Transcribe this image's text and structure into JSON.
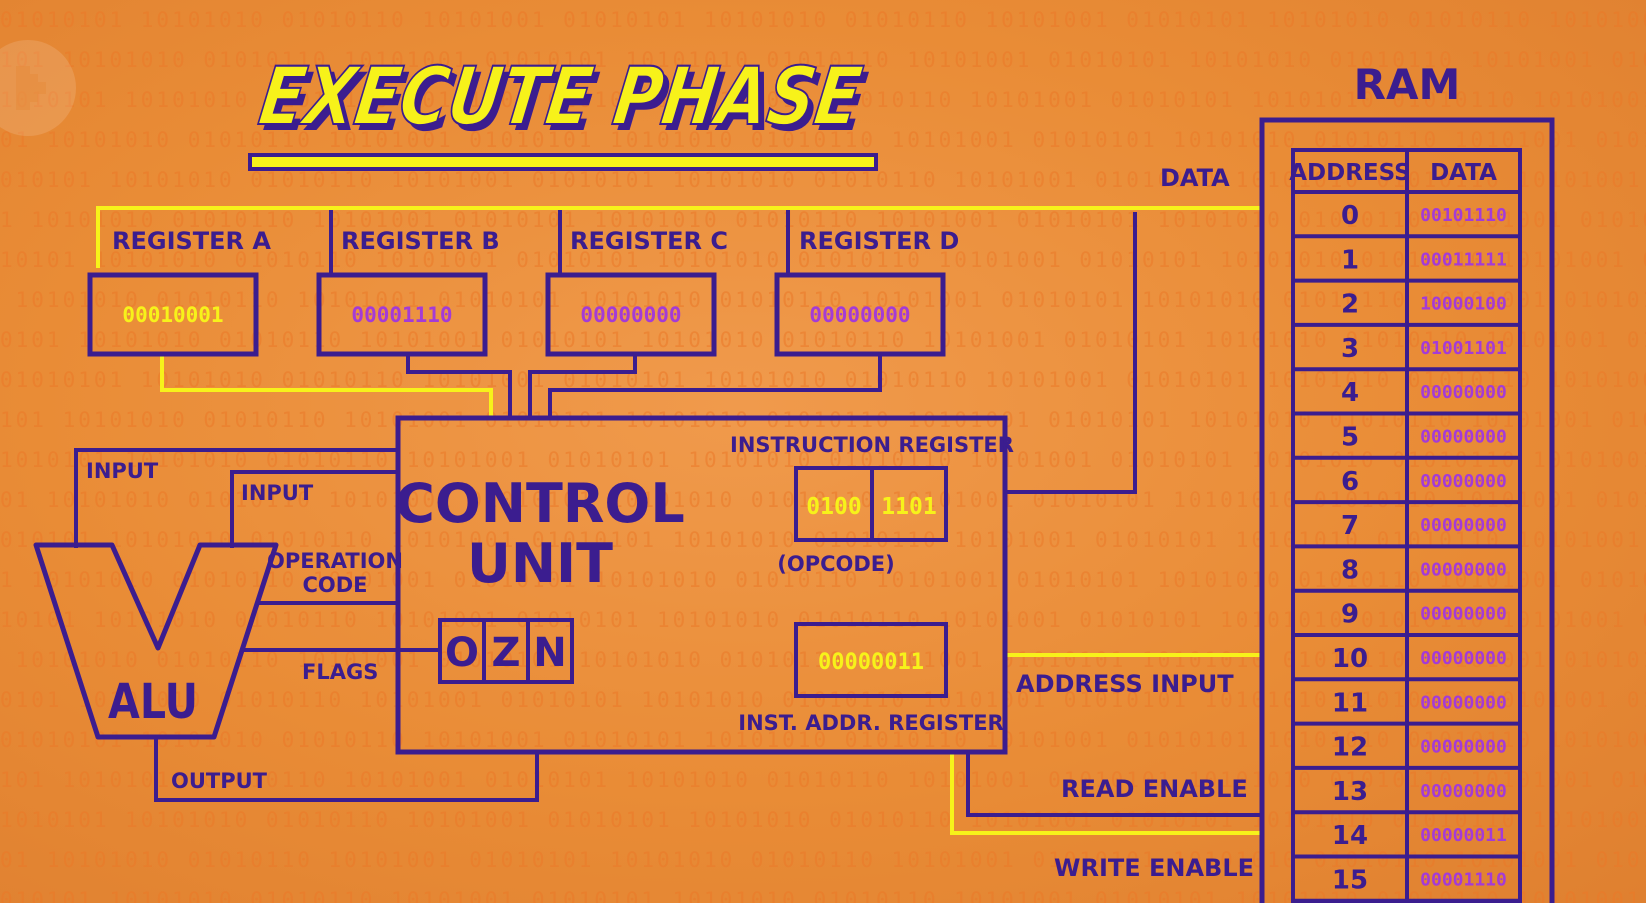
{
  "title": "EXECUTE PHASE",
  "background_bits": "01010101 10101010 01010110 10101001 01010101 10101010 01010110 10101001 01010101 10101010 01010110 10101001",
  "colors": {
    "background": "#e98c36",
    "line": "#3b1d8f",
    "highlight": "#f7f21a",
    "value": "#a43bd6"
  },
  "registers": [
    {
      "label": "REGISTER A",
      "value": "00010001",
      "highlight": true
    },
    {
      "label": "REGISTER B",
      "value": "00001110",
      "highlight": false
    },
    {
      "label": "REGISTER C",
      "value": "00000000",
      "highlight": false
    },
    {
      "label": "REGISTER D",
      "value": "00000000",
      "highlight": false
    }
  ],
  "alu": {
    "label": "ALU",
    "input_a": "INPUT",
    "input_b": "INPUT",
    "operation_code_line1": "OPERATION",
    "operation_code_line2": "CODE",
    "flags": "FLAGS",
    "output": "OUTPUT"
  },
  "control_unit": {
    "line1": "CONTROL",
    "line2": "UNIT",
    "flags": [
      "O",
      "Z",
      "N"
    ],
    "instruction_register_label": "INSTRUCTION REGISTER",
    "opcode": "0100",
    "operand": "1101",
    "opcode_label": "(OPCODE)",
    "inst_addr_value": "00000011",
    "inst_addr_label": "INST. ADDR. REGISTER"
  },
  "bus": {
    "data": "DATA",
    "address_input": "ADDRESS INPUT",
    "read_enable": "READ ENABLE",
    "write_enable": "WRITE ENABLE"
  },
  "ram": {
    "title": "RAM",
    "header_address": "ADDRESS",
    "header_data": "DATA",
    "rows": [
      {
        "address": "0",
        "data": "00101110"
      },
      {
        "address": "1",
        "data": "00011111"
      },
      {
        "address": "2",
        "data": "10000100"
      },
      {
        "address": "3",
        "data": "01001101"
      },
      {
        "address": "4",
        "data": "00000000"
      },
      {
        "address": "5",
        "data": "00000000"
      },
      {
        "address": "6",
        "data": "00000000"
      },
      {
        "address": "7",
        "data": "00000000"
      },
      {
        "address": "8",
        "data": "00000000"
      },
      {
        "address": "9",
        "data": "00000000"
      },
      {
        "address": "10",
        "data": "00000000"
      },
      {
        "address": "11",
        "data": "00000000"
      },
      {
        "address": "12",
        "data": "00000000"
      },
      {
        "address": "13",
        "data": "00000000"
      },
      {
        "address": "14",
        "data": "00000011"
      },
      {
        "address": "15",
        "data": "00001110"
      }
    ]
  }
}
